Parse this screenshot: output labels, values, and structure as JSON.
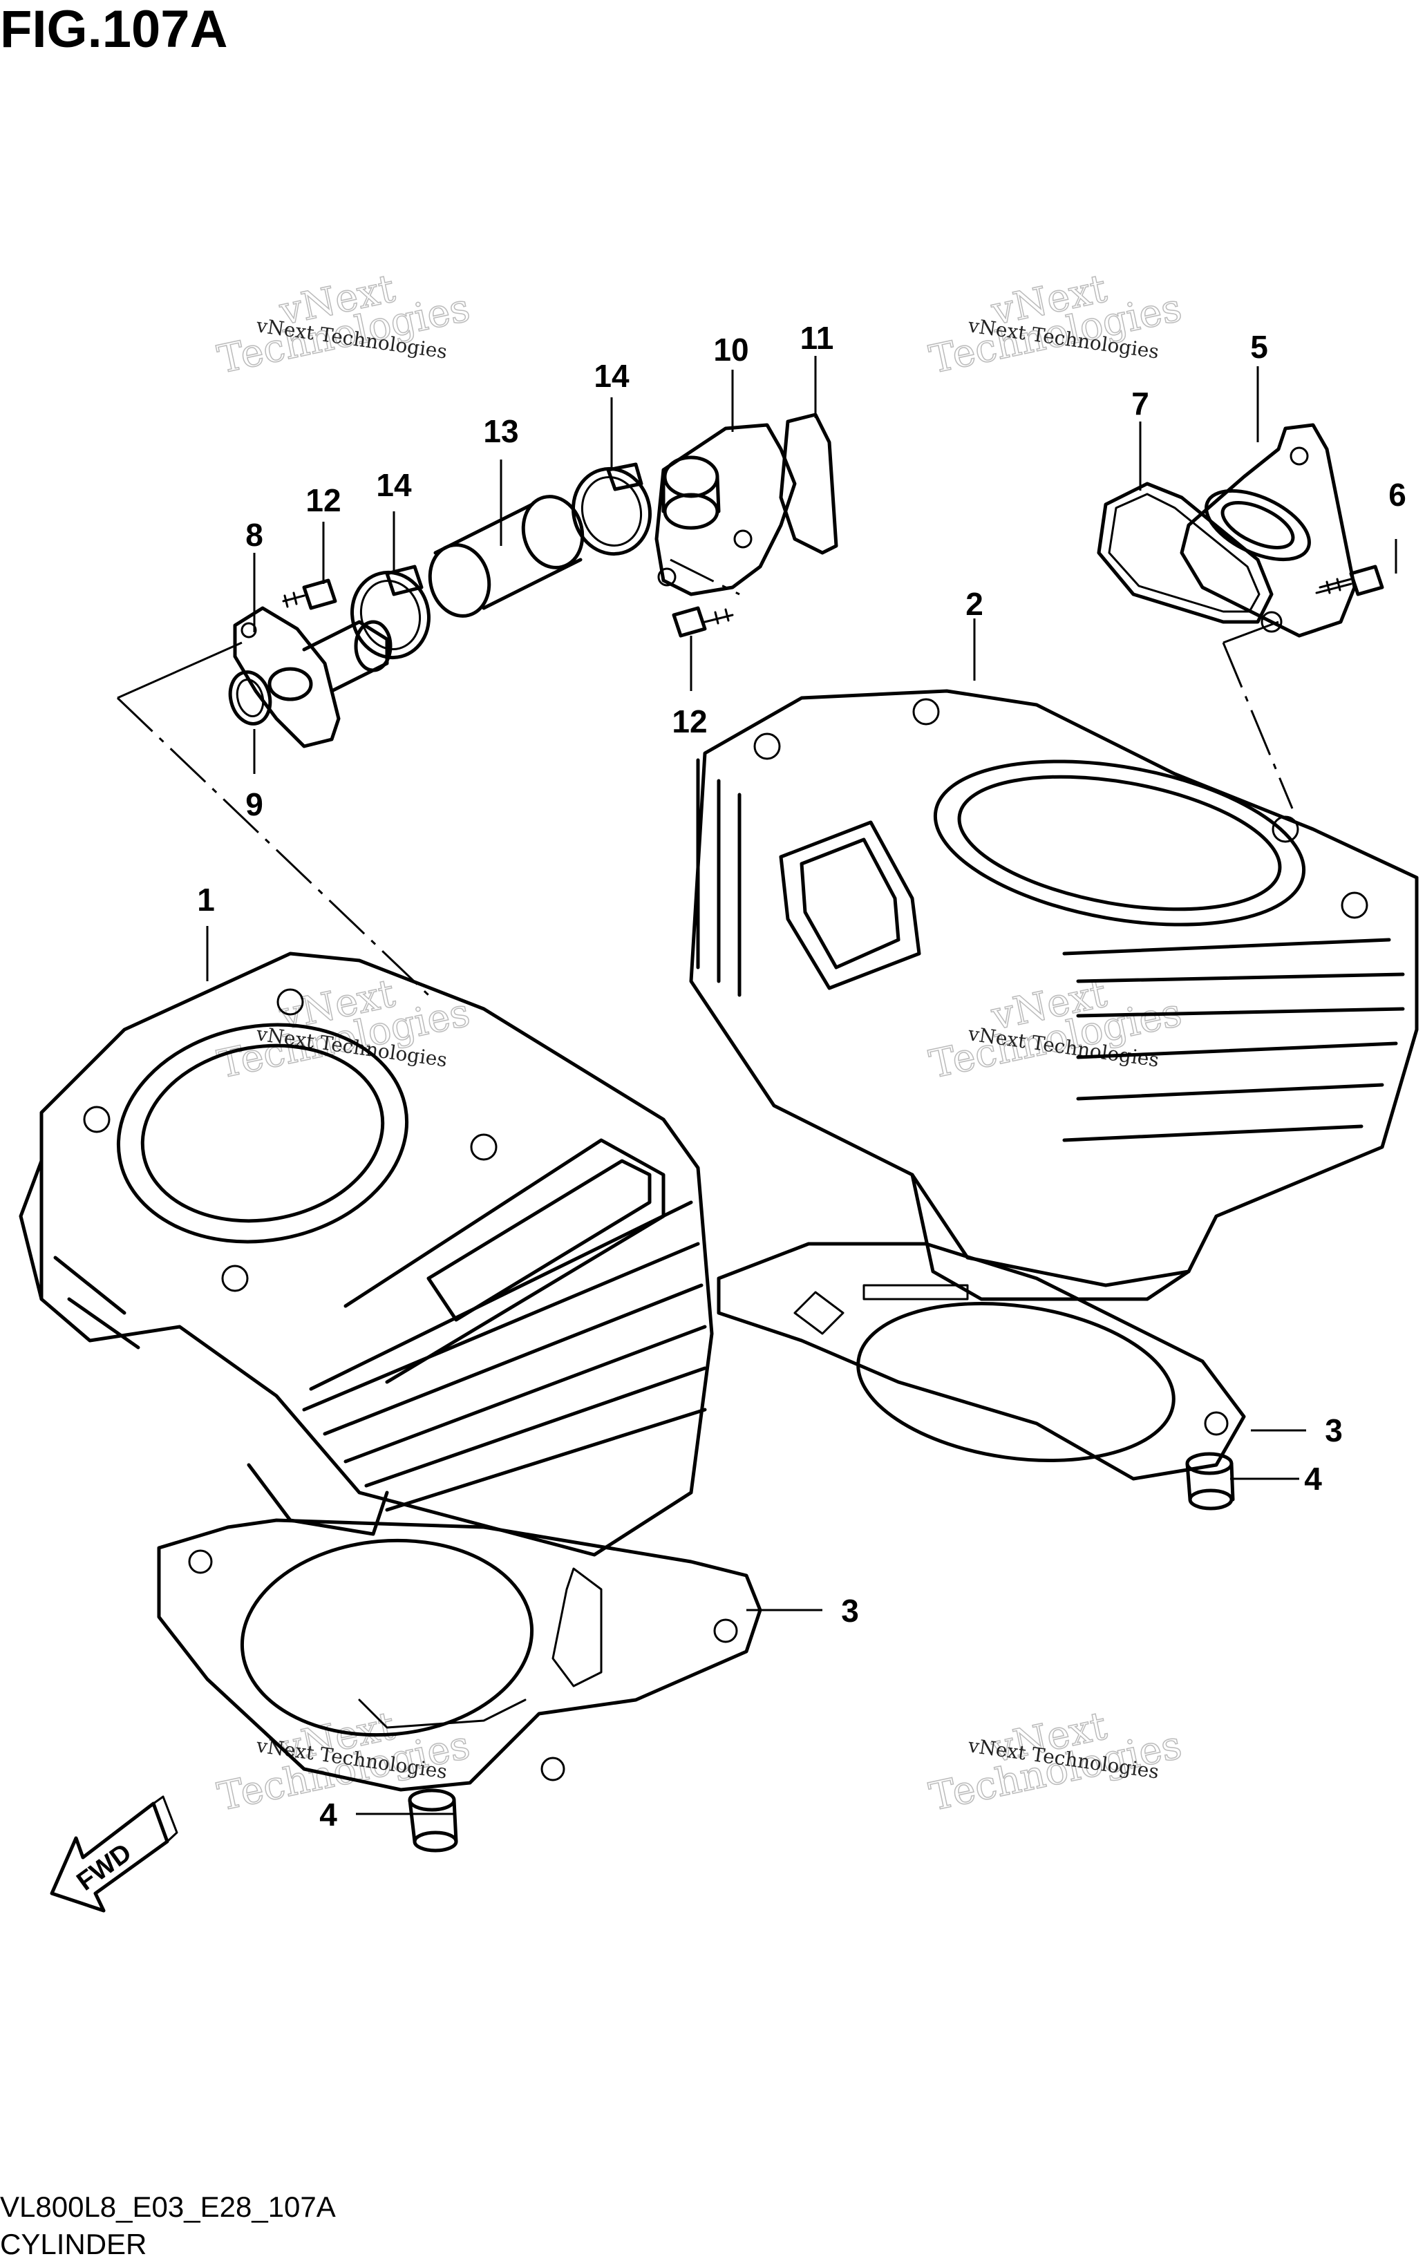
{
  "figure": {
    "title": "FIG.107A",
    "code": "VL800L8_E03_E28_107A",
    "name": "CYLINDER"
  },
  "watermark": {
    "line1": "vNext Technologies",
    "line2": "vNext",
    "line3": "Technologies"
  },
  "fwd_label": "FWD",
  "callouts": [
    "1",
    "2",
    "3",
    "3",
    "4",
    "4",
    "5",
    "6",
    "7",
    "8",
    "9",
    "10",
    "11",
    "12",
    "12",
    "13",
    "14",
    "14"
  ]
}
